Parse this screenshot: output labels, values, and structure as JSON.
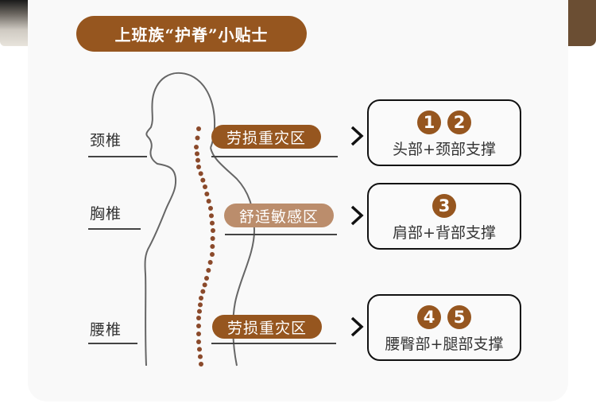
{
  "title": "上班族“护脊”小贴士",
  "colors": {
    "accent": "#96561f",
    "accent_light": "#bb8d6c",
    "spine_dots": "#8b4a2b",
    "outline": "#666666"
  },
  "vertebrae_labels": [
    {
      "label": "颈椎"
    },
    {
      "label": "胸椎"
    },
    {
      "label": "腰椎"
    }
  ],
  "zones": [
    {
      "label": "劳损重灾区",
      "tone": "dark"
    },
    {
      "label": "舒适敏感区",
      "tone": "light"
    },
    {
      "label": "劳损重灾区",
      "tone": "dark"
    }
  ],
  "supports": [
    {
      "numbers": [
        "1",
        "2"
      ],
      "label": "头部+颈部支撑"
    },
    {
      "numbers": [
        "3"
      ],
      "label": "肩部+背部支撑"
    },
    {
      "numbers": [
        "4",
        "5"
      ],
      "label": "腰臀部+腿部支撑"
    }
  ],
  "icons": {
    "arrow": "chevron-right-icon"
  }
}
